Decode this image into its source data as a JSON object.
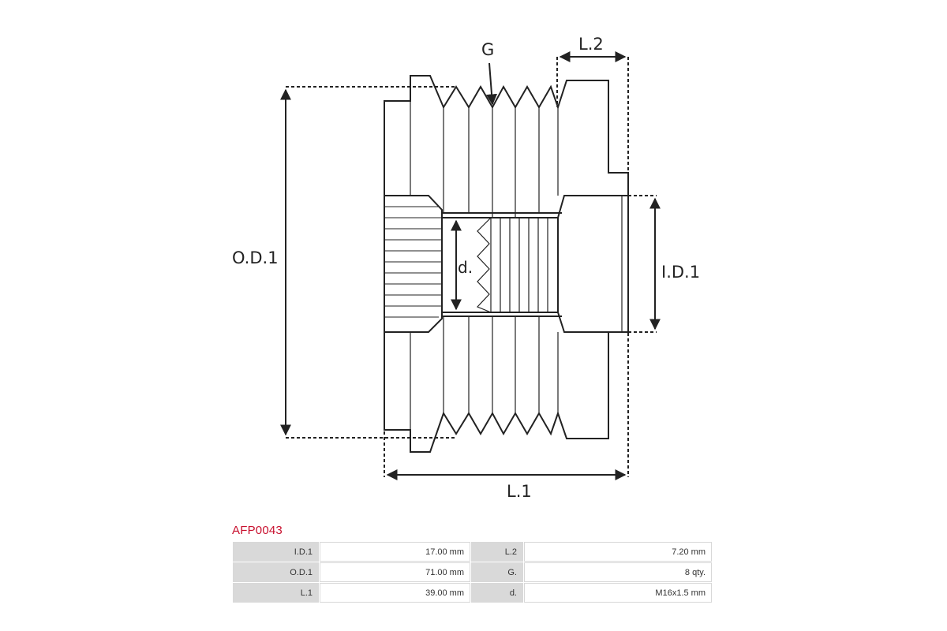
{
  "diagram": {
    "labels": {
      "od1": "O.D.1",
      "id1": "I.D.1",
      "l1": "L.1",
      "l2": "L.2",
      "g": "G",
      "d": "d."
    }
  },
  "part_number": "AFP0043",
  "specs": [
    {
      "label": "I.D.1",
      "value": "17.00 mm",
      "label2": "L.2",
      "value2": "7.20 mm"
    },
    {
      "label": "O.D.1",
      "value": "71.00 mm",
      "label2": "G.",
      "value2": "8 qty."
    },
    {
      "label": "L.1",
      "value": "39.00 mm",
      "label2": "d.",
      "value2": "M16x1.5 mm"
    }
  ]
}
